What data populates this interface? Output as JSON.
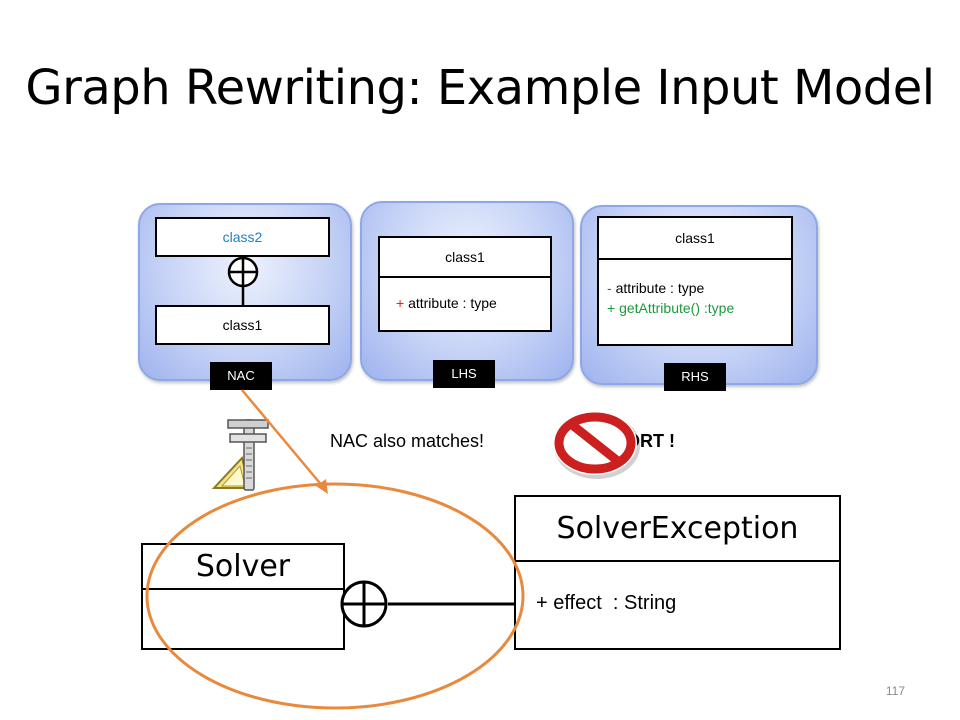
{
  "title": "Graph Rewriting: Example Input Model",
  "panels": {
    "nac": {
      "tag": "NAC",
      "top_class": "class2",
      "bottom_class": "class1"
    },
    "lhs": {
      "tag": "LHS",
      "class_name": "class1",
      "attr_prefix": "+",
      "attr": "attribute : type"
    },
    "rhs": {
      "tag": "RHS",
      "class_name": "class1",
      "attr_prefix": "-",
      "attr": "attribute : type",
      "method": "+ getAttribute() :type"
    }
  },
  "messages": {
    "nac_match": "NAC also matches!",
    "abort": "ABORT !"
  },
  "model": {
    "solver": "Solver",
    "exception": "SolverException",
    "exception_attr": "+ effect  : String"
  },
  "page_number": "117",
  "colors": {
    "class2_text": "#1f7fc2",
    "attr_prefix": "#e02020",
    "method_text": "#1a9a3a",
    "ellipse": "#e88a3e",
    "prohibit_red": "#cc1f1f"
  },
  "icons": [
    "caliper-tools-icon",
    "prohibited-icon"
  ]
}
